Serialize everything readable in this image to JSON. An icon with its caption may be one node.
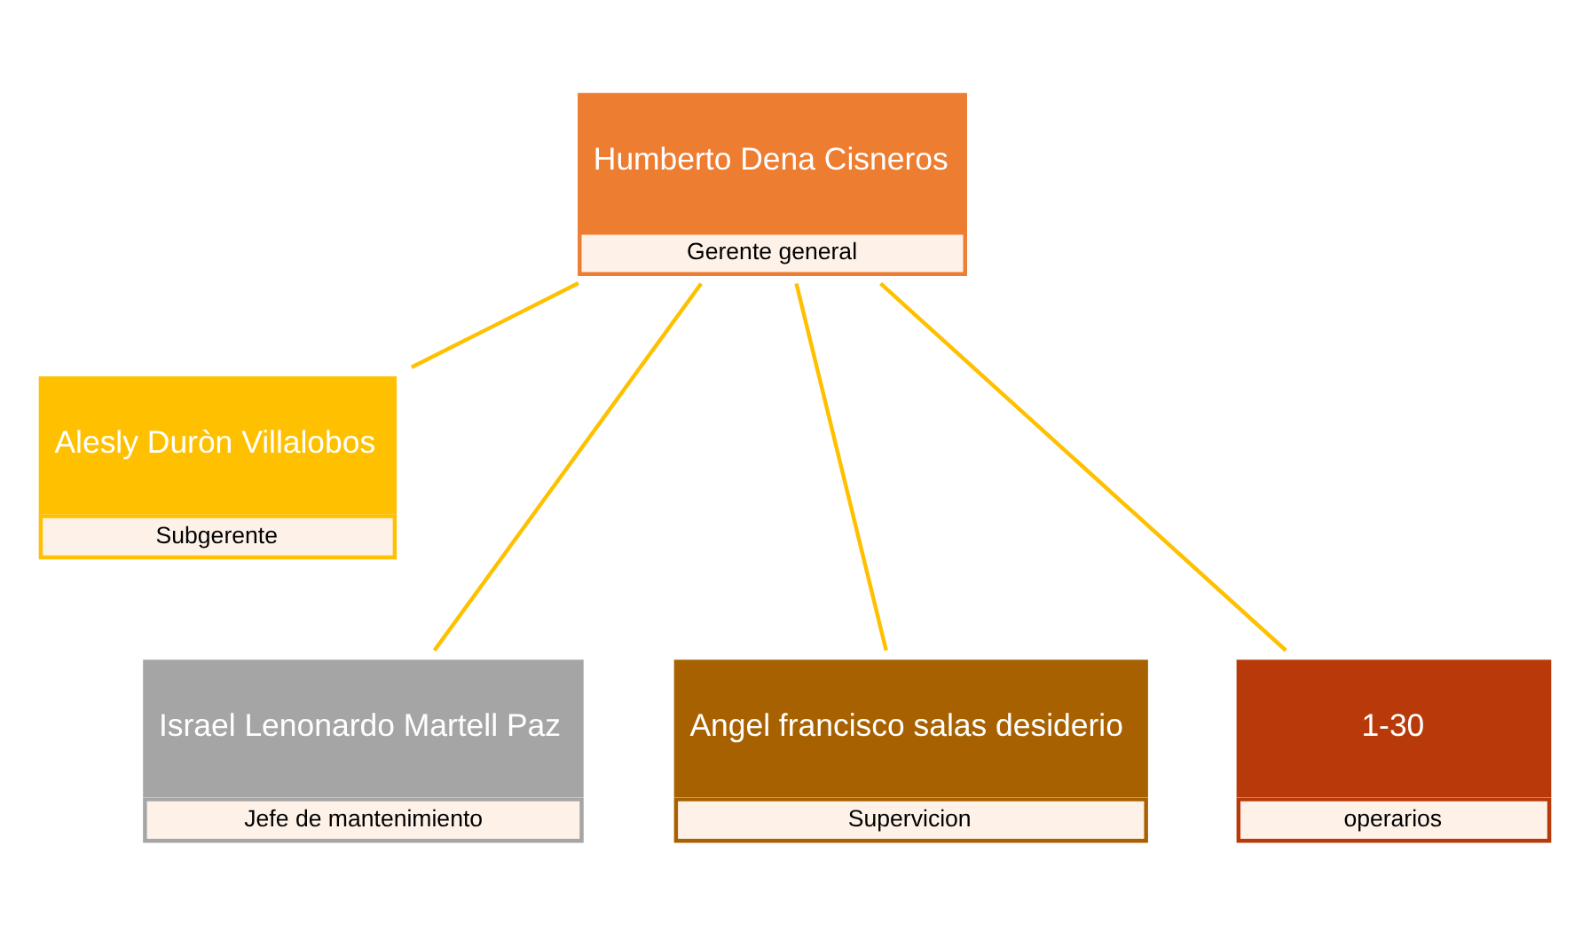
{
  "diagram": {
    "nodes": [
      {
        "text": [
          "Humberto Dena Cisneros",
          "Gerente general"
        ]
      },
      {
        "text": [
          "Alesly Duròn Villalobos",
          "Subgerente"
        ]
      },
      {
        "text": [
          "Israel Lenonardo Martell Paz",
          "Jefe de mantenimiento"
        ]
      },
      {
        "text": [
          "Angel francisco salas desiderio",
          "Supervicion"
        ]
      },
      {
        "text": [
          "1-30",
          "operarios"
        ]
      }
    ],
    "edges": [
      {
        "from": 0,
        "to": 1,
        "arrow": "none"
      },
      {
        "from": 0,
        "to": 2,
        "arrow": "none"
      },
      {
        "from": 0,
        "to": 3,
        "arrow": "none"
      },
      {
        "from": 0,
        "to": 4,
        "arrow": "none"
      }
    ]
  }
}
